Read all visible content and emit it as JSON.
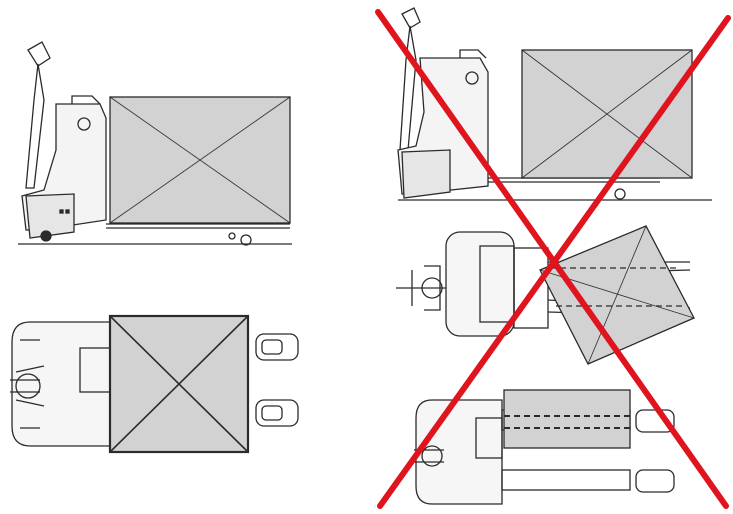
{
  "figure": {
    "panels": [
      {
        "id": "correct-side-view",
        "status": "correct"
      },
      {
        "id": "correct-top-view",
        "status": "correct"
      },
      {
        "id": "incorrect-side-view",
        "status": "incorrect"
      },
      {
        "id": "incorrect-top-view-angled",
        "status": "incorrect"
      },
      {
        "id": "incorrect-top-view-offset",
        "status": "incorrect"
      }
    ],
    "colors": {
      "line": "#2b2b2b",
      "load_fill": "#d2d2d2",
      "cross_out": "#e0141e",
      "background": "#ffffff"
    },
    "icons": [
      "pallet-truck-side-icon",
      "pallet-truck-top-icon",
      "load-box-icon",
      "red-x-icon"
    ]
  }
}
